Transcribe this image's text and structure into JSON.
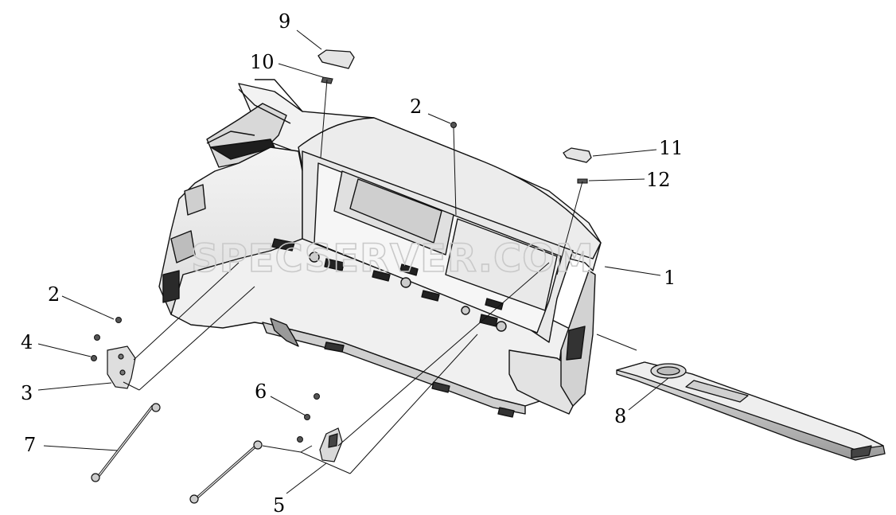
{
  "callouts": [
    {
      "id": "c1",
      "label": "1"
    },
    {
      "id": "c2a",
      "label": "2"
    },
    {
      "id": "c2b",
      "label": "2"
    },
    {
      "id": "c3",
      "label": "3"
    },
    {
      "id": "c4",
      "label": "4"
    },
    {
      "id": "c5",
      "label": "5"
    },
    {
      "id": "c6",
      "label": "6"
    },
    {
      "id": "c7",
      "label": "7"
    },
    {
      "id": "c8",
      "label": "8"
    },
    {
      "id": "c9",
      "label": "9"
    },
    {
      "id": "c10",
      "label": "10"
    },
    {
      "id": "c11",
      "label": "11"
    },
    {
      "id": "c12",
      "label": "12"
    }
  ],
  "watermark": "SPECSERVER.COM"
}
